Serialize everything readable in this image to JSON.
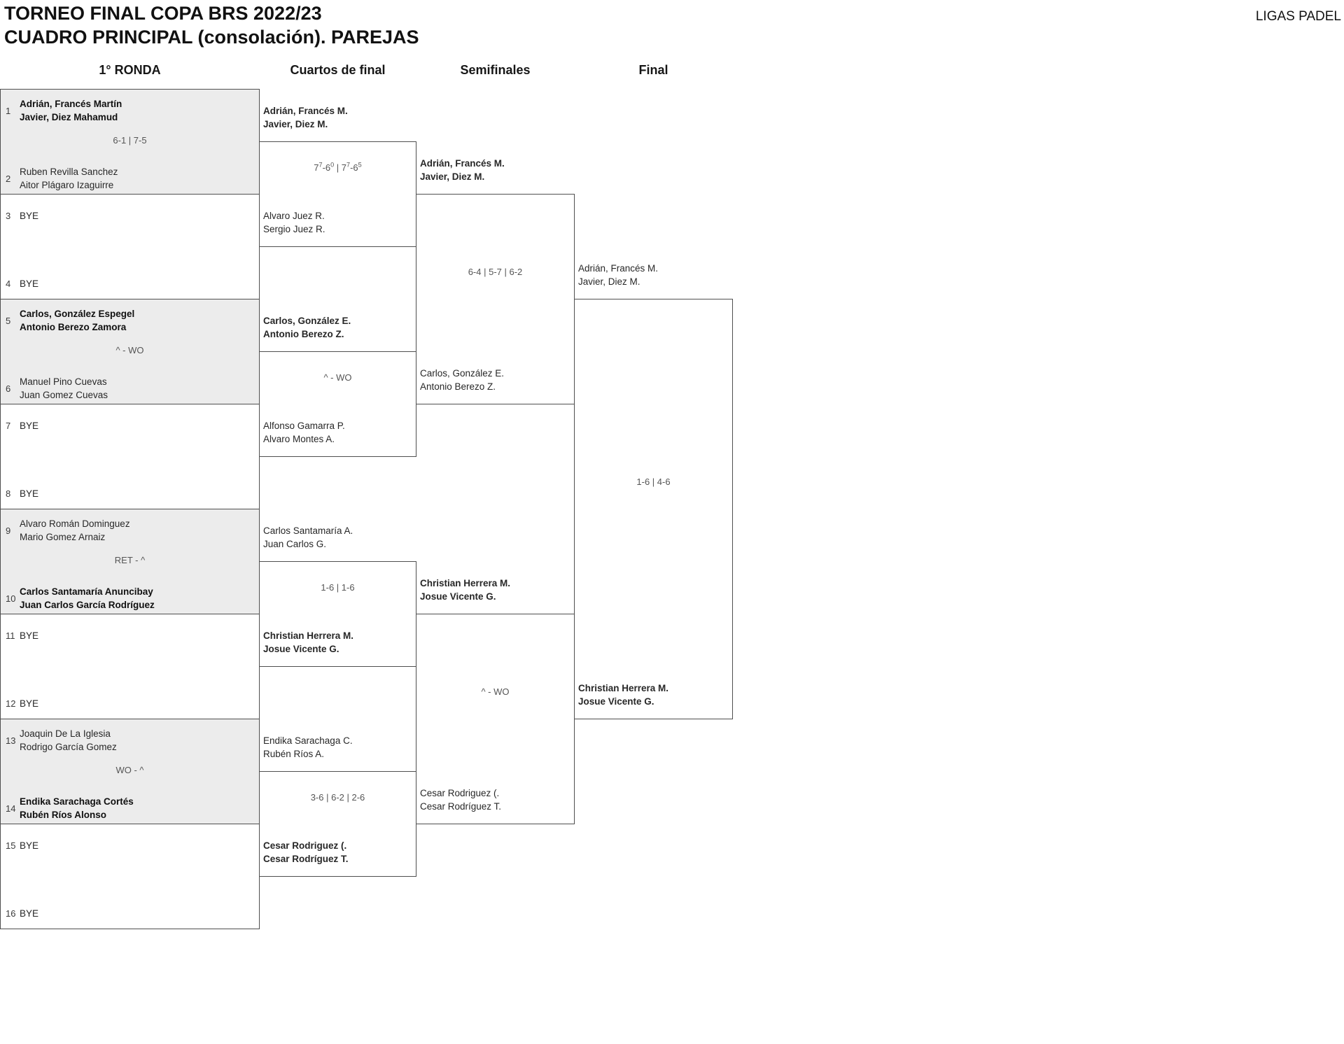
{
  "header": {
    "title_line1": "TORNEO FINAL COPA BRS 2022/23",
    "title_line2": "CUADRO PRINCIPAL (consolación). PAREJAS",
    "brand": "LIGAS PADEL"
  },
  "round_headers": {
    "r1": "1° RONDA",
    "qf": "Cuartos de final",
    "sf": "Semifinales",
    "final": "Final"
  },
  "colors": {
    "box_fill_gray": "#ececec",
    "line": "#4f4f4f",
    "score_text": "#555555",
    "name_text": "#1c1c1c"
  },
  "r1": [
    {
      "n1": "1",
      "t1a": "Adrián, Francés Martín",
      "t1b": "Javier, Diez Mahamud",
      "w1": true,
      "score": "6-1 | 7-5",
      "n2": "2",
      "t2a": "Ruben Revilla Sanchez",
      "t2b": "Aitor Plágaro Izaguirre",
      "w2": false
    },
    {
      "n1": "3",
      "t1a": "BYE",
      "w1": false,
      "score": "",
      "n2": "4",
      "t2a": "BYE",
      "w2": false
    },
    {
      "n1": "5",
      "t1a": "Carlos, González Espegel",
      "t1b": "Antonio Berezo Zamora",
      "w1": true,
      "score": "^ - WO",
      "n2": "6",
      "t2a": "Manuel Pino Cuevas",
      "t2b": "Juan Gomez Cuevas",
      "w2": false
    },
    {
      "n1": "7",
      "t1a": "BYE",
      "w1": false,
      "score": "",
      "n2": "8",
      "t2a": "BYE",
      "w2": false
    },
    {
      "n1": "9",
      "t1a": "Alvaro Román Dominguez",
      "t1b": "Mario Gomez Arnaiz",
      "w1": false,
      "score": "RET - ^",
      "n2": "10",
      "t2a": "Carlos Santamaría Anuncibay",
      "t2b": "Juan Carlos García Rodríguez",
      "w2": true
    },
    {
      "n1": "11",
      "t1a": "BYE",
      "w1": false,
      "score": "",
      "n2": "12",
      "t2a": "BYE",
      "w2": false
    },
    {
      "n1": "13",
      "t1a": "Joaquin De La Iglesia",
      "t1b": "Rodrigo García Gomez",
      "w1": false,
      "score": "WO - ^",
      "n2": "14",
      "t2a": "Endika Sarachaga Cortés",
      "t2b": "Rubén Ríos Alonso",
      "w2": true
    },
    {
      "n1": "15",
      "t1a": "BYE",
      "w1": false,
      "score": "",
      "n2": "16",
      "t2a": "BYE",
      "w2": false
    }
  ],
  "qf": [
    {
      "t1a": "Adrián, Francés M.",
      "t1b": "Javier, Diez M.",
      "w1": true,
      "score": "7{7}-6{0} | 7{7}-6{5}",
      "t2a": "Alvaro Juez R.",
      "t2b": "Sergio Juez R.",
      "w2": false
    },
    {
      "t1a": "Carlos, González E.",
      "t1b": "Antonio Berezo Z.",
      "w1": true,
      "score": "^ - WO",
      "t2a": "Alfonso Gamarra P.",
      "t2b": "Alvaro Montes A.",
      "w2": false
    },
    {
      "t1a": "Carlos Santamaría A.",
      "t1b": "Juan Carlos G.",
      "w1": false,
      "score": "1-6 | 1-6",
      "t2a": "Christian Herrera M.",
      "t2b": "Josue Vicente G.",
      "w2": true
    },
    {
      "t1a": "Endika Sarachaga C.",
      "t1b": "Rubén Ríos A.",
      "w1": false,
      "score": "3-6 | 6-2 | 2-6",
      "t2a": "Cesar Rodriguez (.",
      "t2b": "Cesar Rodríguez T.",
      "w2": true
    }
  ],
  "sf": [
    {
      "t1a": "Adrián, Francés M.",
      "t1b": "Javier, Diez M.",
      "w1": true,
      "score": "6-4 | 5-7 | 6-2",
      "t2a": "Carlos, González E.",
      "t2b": "Antonio Berezo Z.",
      "w2": false
    },
    {
      "t1a": "Christian Herrera M.",
      "t1b": "Josue Vicente G.",
      "w1": true,
      "score": "^ - WO",
      "t2a": "Cesar Rodriguez (.",
      "t2b": "Cesar Rodríguez T.",
      "w2": false
    }
  ],
  "final": {
    "t1a": "Adrián, Francés M.",
    "t1b": "Javier, Diez M.",
    "w1": false,
    "score": "1-6 | 4-6",
    "t2a": "Christian Herrera M.",
    "t2b": "Josue Vicente G.",
    "w2": true
  }
}
